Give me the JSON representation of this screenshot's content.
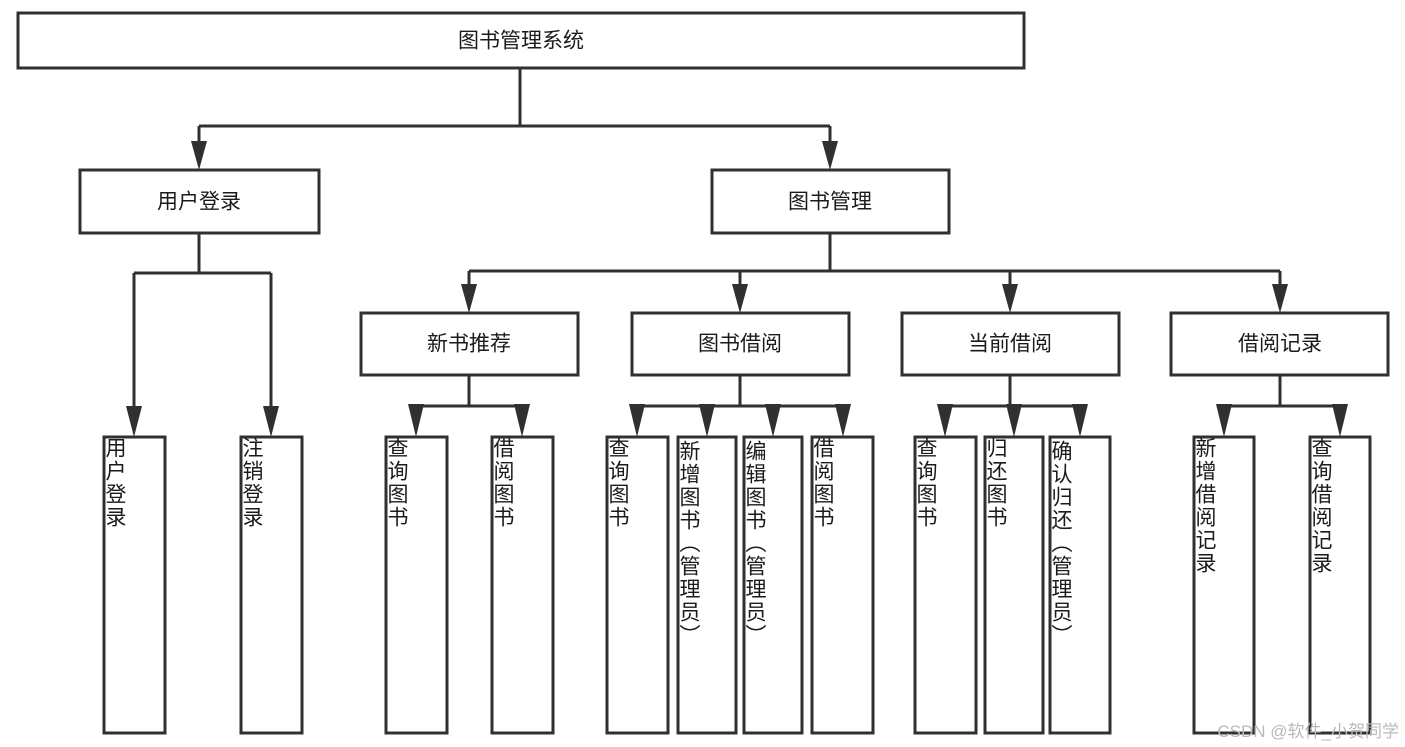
{
  "diagram": {
    "title": "图书管理系统",
    "type": "tree-hierarchy-chart",
    "orientation": "top-down",
    "colors": {
      "stroke": "#303030",
      "fill": "#ffffff",
      "text": "#1b1b1b",
      "watermark": "#b9b9b9"
    },
    "root": {
      "label": "图书管理系统"
    },
    "level2": [
      {
        "id": "user-login",
        "label": "用户登录"
      },
      {
        "id": "book-management",
        "label": "图书管理"
      }
    ],
    "level3": [
      {
        "id": "new-book-recommend",
        "label": "新书推荐",
        "parent": "book-management"
      },
      {
        "id": "book-borrow",
        "label": "图书借阅",
        "parent": "book-management"
      },
      {
        "id": "current-borrow",
        "label": "当前借阅",
        "parent": "book-management"
      },
      {
        "id": "borrow-record",
        "label": "借阅记录",
        "parent": "book-management"
      }
    ],
    "leaves": [
      {
        "id": "leaf-user-login",
        "label": "用户登录",
        "parent": "user-login"
      },
      {
        "id": "leaf-logout-login",
        "label": "注销登录",
        "parent": "user-login"
      },
      {
        "id": "leaf-query-book-1",
        "label": "查询图书",
        "parent": "new-book-recommend"
      },
      {
        "id": "leaf-borrow-book-1",
        "label": "借阅图书",
        "parent": "new-book-recommend"
      },
      {
        "id": "leaf-query-book-2",
        "label": "查询图书",
        "parent": "book-borrow"
      },
      {
        "id": "leaf-add-book",
        "label": "新增图书（管理员）",
        "parent": "book-borrow"
      },
      {
        "id": "leaf-edit-book",
        "label": "编辑图书（管理员）",
        "parent": "book-borrow"
      },
      {
        "id": "leaf-borrow-book-2",
        "label": "借阅图书",
        "parent": "book-borrow"
      },
      {
        "id": "leaf-query-book-3",
        "label": "查询图书",
        "parent": "current-borrow"
      },
      {
        "id": "leaf-return-book",
        "label": "归还图书",
        "parent": "current-borrow"
      },
      {
        "id": "leaf-confirm-return",
        "label": "确认归还（管理员）",
        "parent": "current-borrow"
      },
      {
        "id": "leaf-add-record",
        "label": "新增借阅记录",
        "parent": "borrow-record"
      },
      {
        "id": "leaf-query-record",
        "label": "查询借阅记录",
        "parent": "borrow-record"
      }
    ],
    "watermark": "CSDN @软件_小贺同学"
  }
}
